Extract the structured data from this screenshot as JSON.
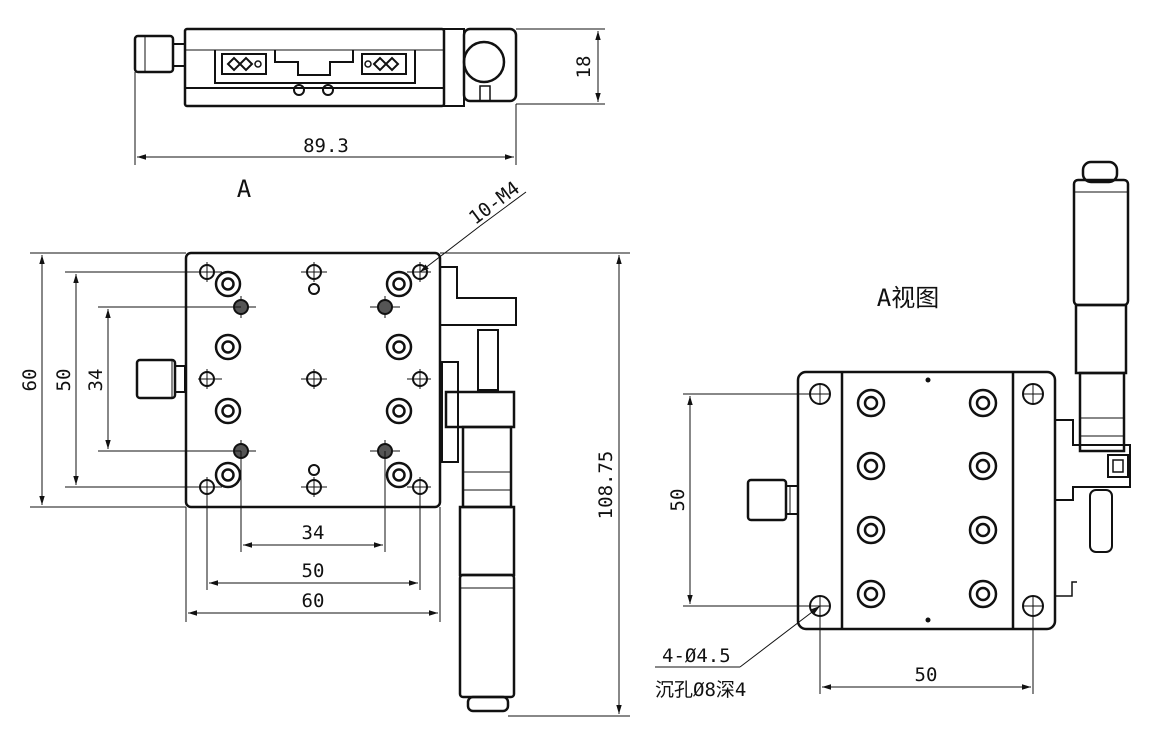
{
  "top_view": {
    "dim_height": "18",
    "dim_width": "89.3",
    "view_marker": "A"
  },
  "front_view": {
    "thread_callout": "10-M4",
    "dim_outer_height": "60",
    "dim_height_50": "50",
    "dim_height_34": "34",
    "dim_total_height": "108.75",
    "dim_width_34": "34",
    "dim_width_50": "50",
    "dim_width_60": "60"
  },
  "side_view": {
    "title": "A视图",
    "dim_height_50": "50",
    "dim_width_50": "50",
    "hole_callout_line1": "4-Ø4.5",
    "hole_callout_line2": "沉孔Ø8深4"
  }
}
